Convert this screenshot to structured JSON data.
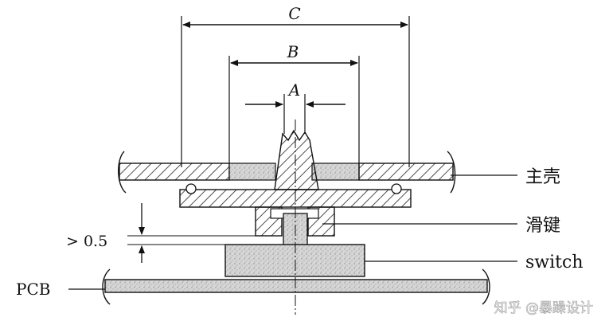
{
  "dimensions": {
    "c_label": "C",
    "b_label": "B",
    "a_label": "A",
    "gap_label": "> 0.5"
  },
  "callouts": {
    "housing": "主壳",
    "slider": "滑键",
    "switch": "switch",
    "pcb": "PCB"
  },
  "watermark": {
    "text": "知乎 @暴躁设计"
  },
  "colors": {
    "line": "#111111",
    "hatch": "#222222",
    "speckle": "#bdbdbd",
    "background": "#ffffff"
  }
}
